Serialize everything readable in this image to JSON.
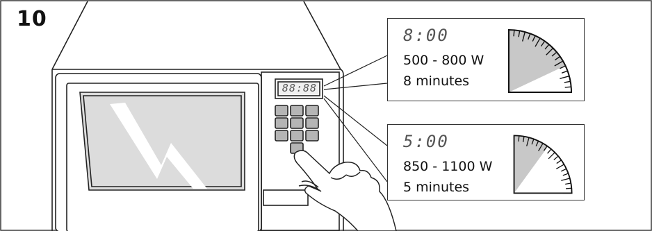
{
  "step": {
    "number": "10"
  },
  "microwave": {
    "display": "88:88"
  },
  "callouts": [
    {
      "display": "8:00",
      "power": "500 - 800 W",
      "time": "8 minutes",
      "dial_fraction": 0.36
    },
    {
      "display": "5:00",
      "power": "850 - 1100 W",
      "time": "5 minutes",
      "dial_fraction": 0.2
    }
  ],
  "colors": {
    "line": "#222222",
    "dial_fill": "#c8c8c8",
    "window": "#dcdcdc",
    "display": "#b5b5b5"
  }
}
